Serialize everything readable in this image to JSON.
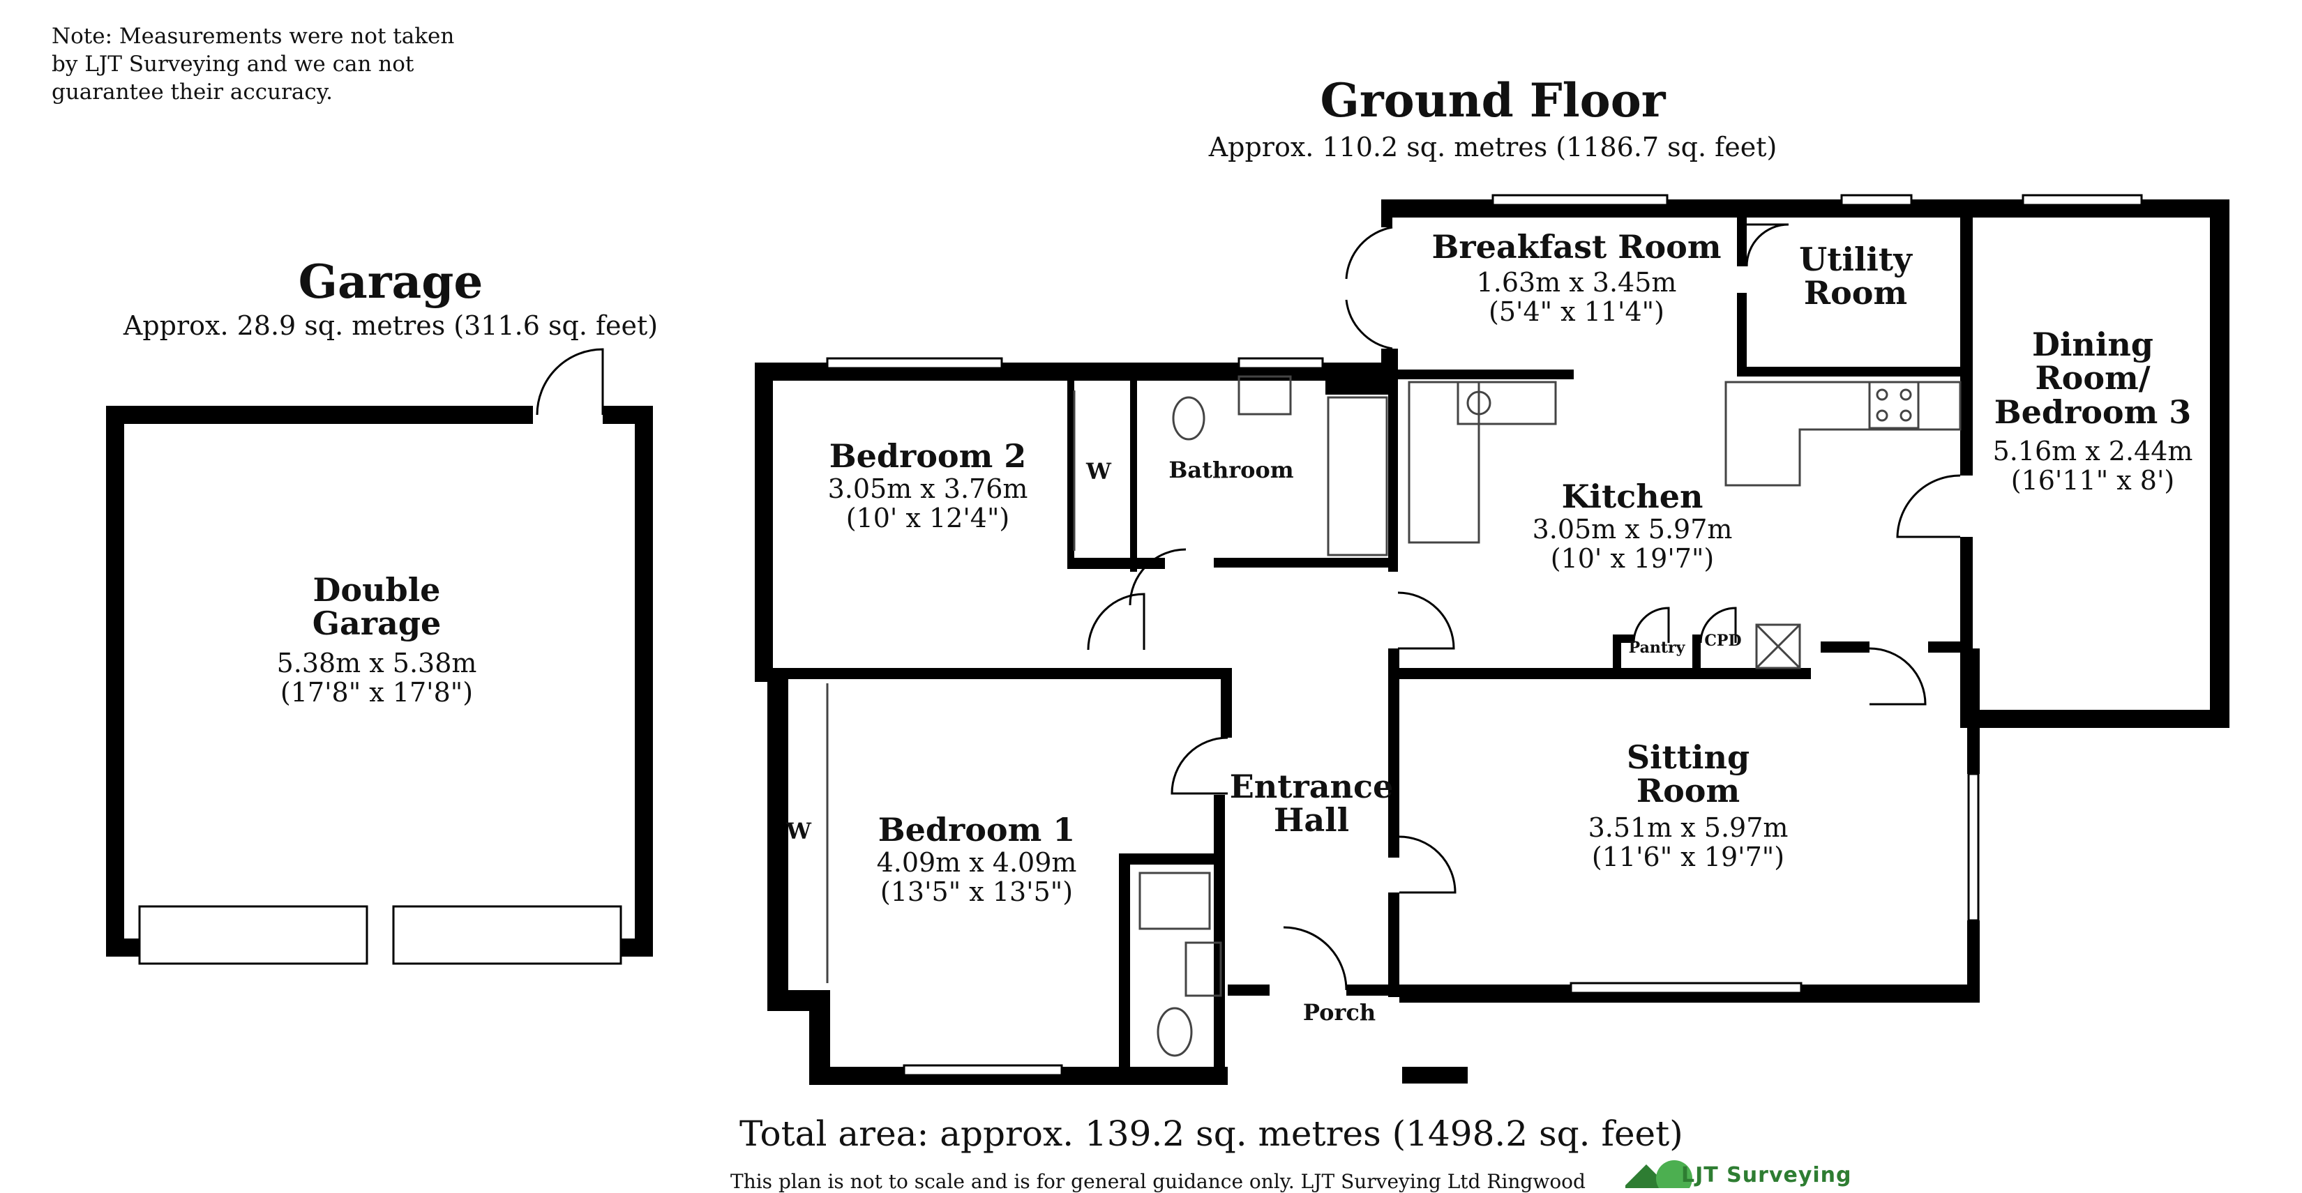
{
  "note": "Note: Measurements were not taken by LJT Surveying and we can not guarantee their accuracy.",
  "ground_floor": {
    "title": "Ground Floor",
    "area": "Approx. 110.2 sq. metres (1186.7 sq. feet)"
  },
  "garage": {
    "title": "Garage",
    "area": "Approx. 28.9 sq. metres (311.6 sq. feet)",
    "room_name_1": "Double",
    "room_name_2": "Garage",
    "dim_m": "5.38m x 5.38m",
    "dim_ft": "(17'8\" x 17'8\")"
  },
  "rooms": {
    "breakfast": {
      "name": "Breakfast Room",
      "dim_m": "1.63m x 3.45m",
      "dim_ft": "(5'4\" x 11'4\")"
    },
    "utility": {
      "name_1": "Utility",
      "name_2": "Room"
    },
    "dining": {
      "name_1": "Dining",
      "name_2": "Room/",
      "name_3": "Bedroom 3",
      "dim_m": "5.16m x 2.44m",
      "dim_ft": "(16'11\" x 8')"
    },
    "kitchen": {
      "name": "Kitchen",
      "dim_m": "3.05m x 5.97m",
      "dim_ft": "(10' x 19'7\")"
    },
    "bedroom2": {
      "name": "Bedroom 2",
      "dim_m": "3.05m x 3.76m",
      "dim_ft": "(10' x 12'4\")"
    },
    "bathroom": {
      "name": "Bathroom"
    },
    "wardrobe_b2": "W",
    "wardrobe_b1": "W",
    "bedroom1": {
      "name": "Bedroom 1",
      "dim_m": "4.09m x 4.09m",
      "dim_ft": "(13'5\" x 13'5\")"
    },
    "entrance": {
      "name_1": "Entrance",
      "name_2": "Hall"
    },
    "sitting": {
      "name_1": "Sitting",
      "name_2": "Room",
      "dim_m": "3.51m x 5.97m",
      "dim_ft": "(11'6\" x 19'7\")"
    },
    "pantry": "Pantry",
    "cpd": "CPD",
    "porch": "Porch"
  },
  "total_area": "Total area: approx. 139.2 sq. metres (1498.2 sq. feet)",
  "disclaimer": "This plan is not to scale and is for general guidance only. LJT Surveying Ltd Ringwood",
  "logo": {
    "text": "LJT Surveying",
    "icon": "house-tree-logo-icon",
    "color": "#2e7d32"
  },
  "colors": {
    "wall": "#000000",
    "fixture": "#555555",
    "background": "#ffffff"
  }
}
